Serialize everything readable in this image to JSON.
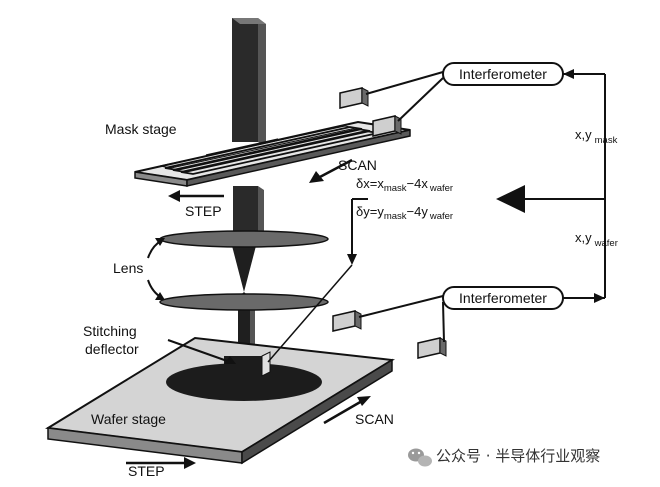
{
  "labels": {
    "mask_stage": "Mask stage",
    "wafer_stage": "Wafer stage",
    "lens": "Lens",
    "stitching": "Stitching",
    "deflector": "deflector",
    "scan_top": "SCAN",
    "scan_bottom": "SCAN",
    "step_top": "STEP",
    "step_bottom": "STEP"
  },
  "interferometers": {
    "top": "Interferometer",
    "bottom": "Interferometer"
  },
  "equations": {
    "dx_prefix": "δx=x",
    "dx_sub1": "mask",
    "dx_mid": "−4x",
    "dx_sub2": "wafer",
    "dy_prefix": "δy=y",
    "dy_sub1": "mask",
    "dy_mid": "−4y",
    "dy_sub2": "wafer"
  },
  "coords": {
    "mask_main": "x,y",
    "mask_sub": "mask",
    "wafer_main": "x,y",
    "wafer_sub": "wafer"
  },
  "watermark": {
    "text": "公众号 · 半导体行业观察",
    "icon": "wechat-icon"
  },
  "colors": {
    "ink": "#111111",
    "plate": "#cfcfcf",
    "dark": "#2a2a2a"
  }
}
